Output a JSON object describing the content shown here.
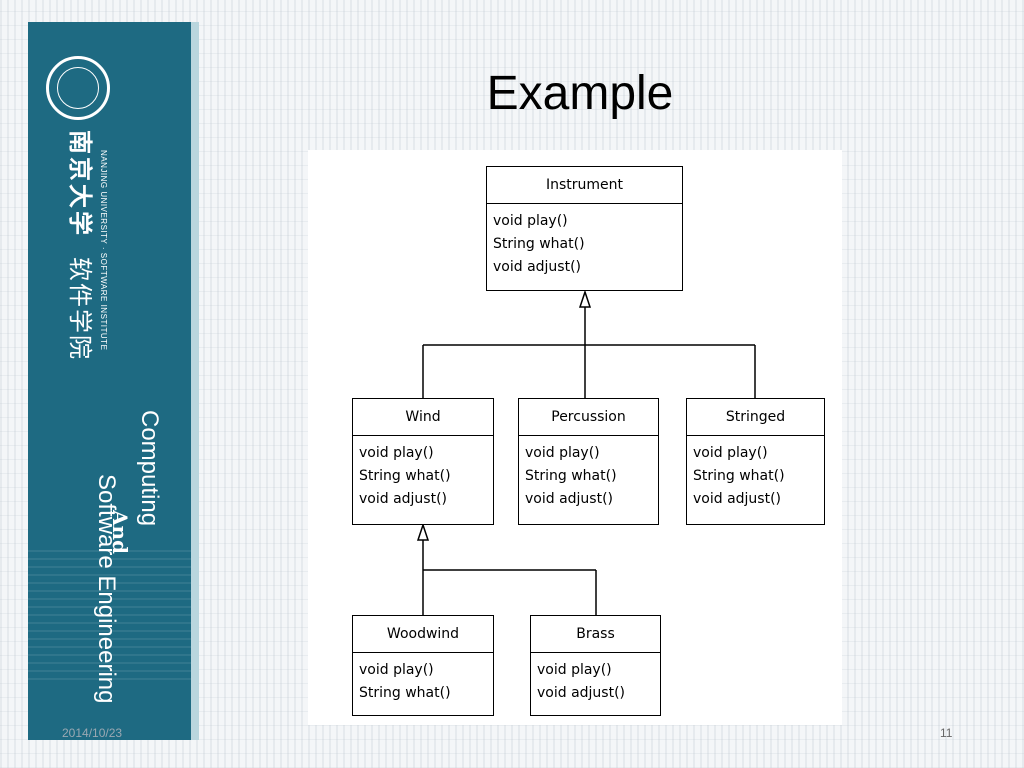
{
  "slide": {
    "title": "Example",
    "date": "2014/10/23",
    "page_number": "11"
  },
  "sidebar": {
    "university_cn": "南京大学",
    "university_en": "NANJING UNIVERSITY · SOFTWARE INSTITUTE",
    "institute_cn": "软件学院",
    "line1": "Computing",
    "line2": "And",
    "line3": "Software Engineering",
    "colors": {
      "panel": "#1e6a82",
      "edge": "#b9d6de"
    }
  },
  "diagram": {
    "classes": {
      "instrument": {
        "name": "Instrument",
        "methods": [
          "void play()",
          "String what()",
          "void adjust()"
        ]
      },
      "wind": {
        "name": "Wind",
        "methods": [
          "void play()",
          "String what()",
          "void adjust()"
        ]
      },
      "percussion": {
        "name": "Percussion",
        "methods": [
          "void play()",
          "String what()",
          "void adjust()"
        ]
      },
      "stringed": {
        "name": "Stringed",
        "methods": [
          "void play()",
          "String what()",
          "void adjust()"
        ]
      },
      "woodwind": {
        "name": "Woodwind",
        "methods": [
          "void play()",
          "String what()"
        ]
      },
      "brass": {
        "name": "Brass",
        "methods": [
          "void play()",
          "void adjust()"
        ]
      }
    }
  }
}
